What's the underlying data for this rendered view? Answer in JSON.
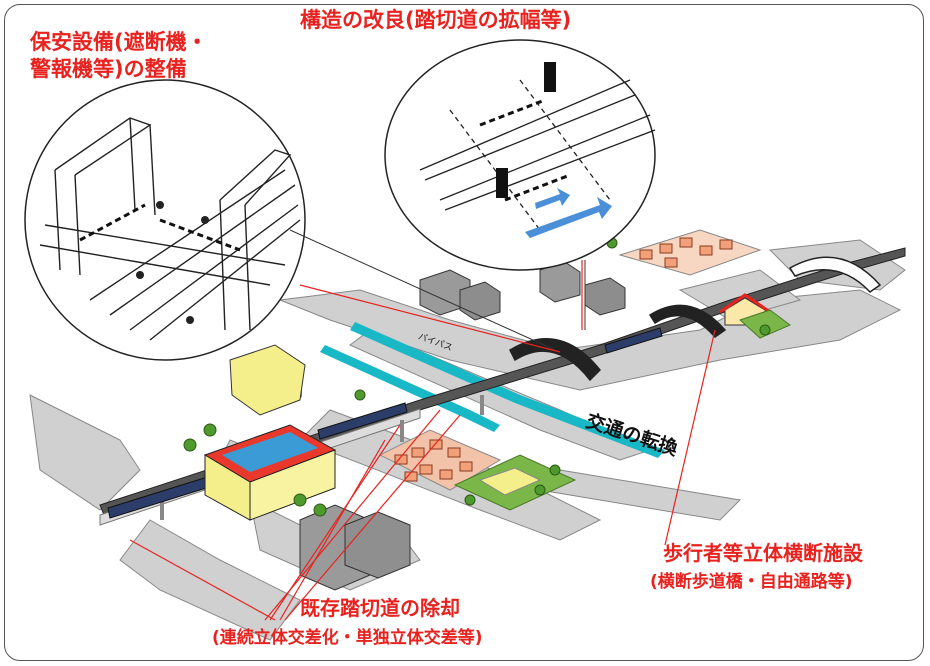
{
  "labels": {
    "safety_line1": "保安設備(遮断機・",
    "safety_line2": "警報機等)の整備",
    "structure": "構造の改良(踏切道の拡幅等)",
    "traffic": "交通の転換",
    "bypass": "バイパス",
    "pedestrian_main": "歩行者等立体横断施設",
    "pedestrian_sub": "(横断歩道橋・自由通路等)",
    "removal_main": "既存踏切道の除却",
    "removal_sub": "(連続立体交差化・単独立体交差等)"
  },
  "colors": {
    "accent_red": "#e8231f",
    "road_gray": "#cfcfcf",
    "river_cyan": "#19b8c6",
    "grass_green": "#7ab648",
    "house_orange": "#f2a07a",
    "station_roof": "#e8392c",
    "station_glass": "#3a9bd5",
    "building_yellow": "#f4ef8a",
    "arrow_blue": "#4a8fd8"
  }
}
